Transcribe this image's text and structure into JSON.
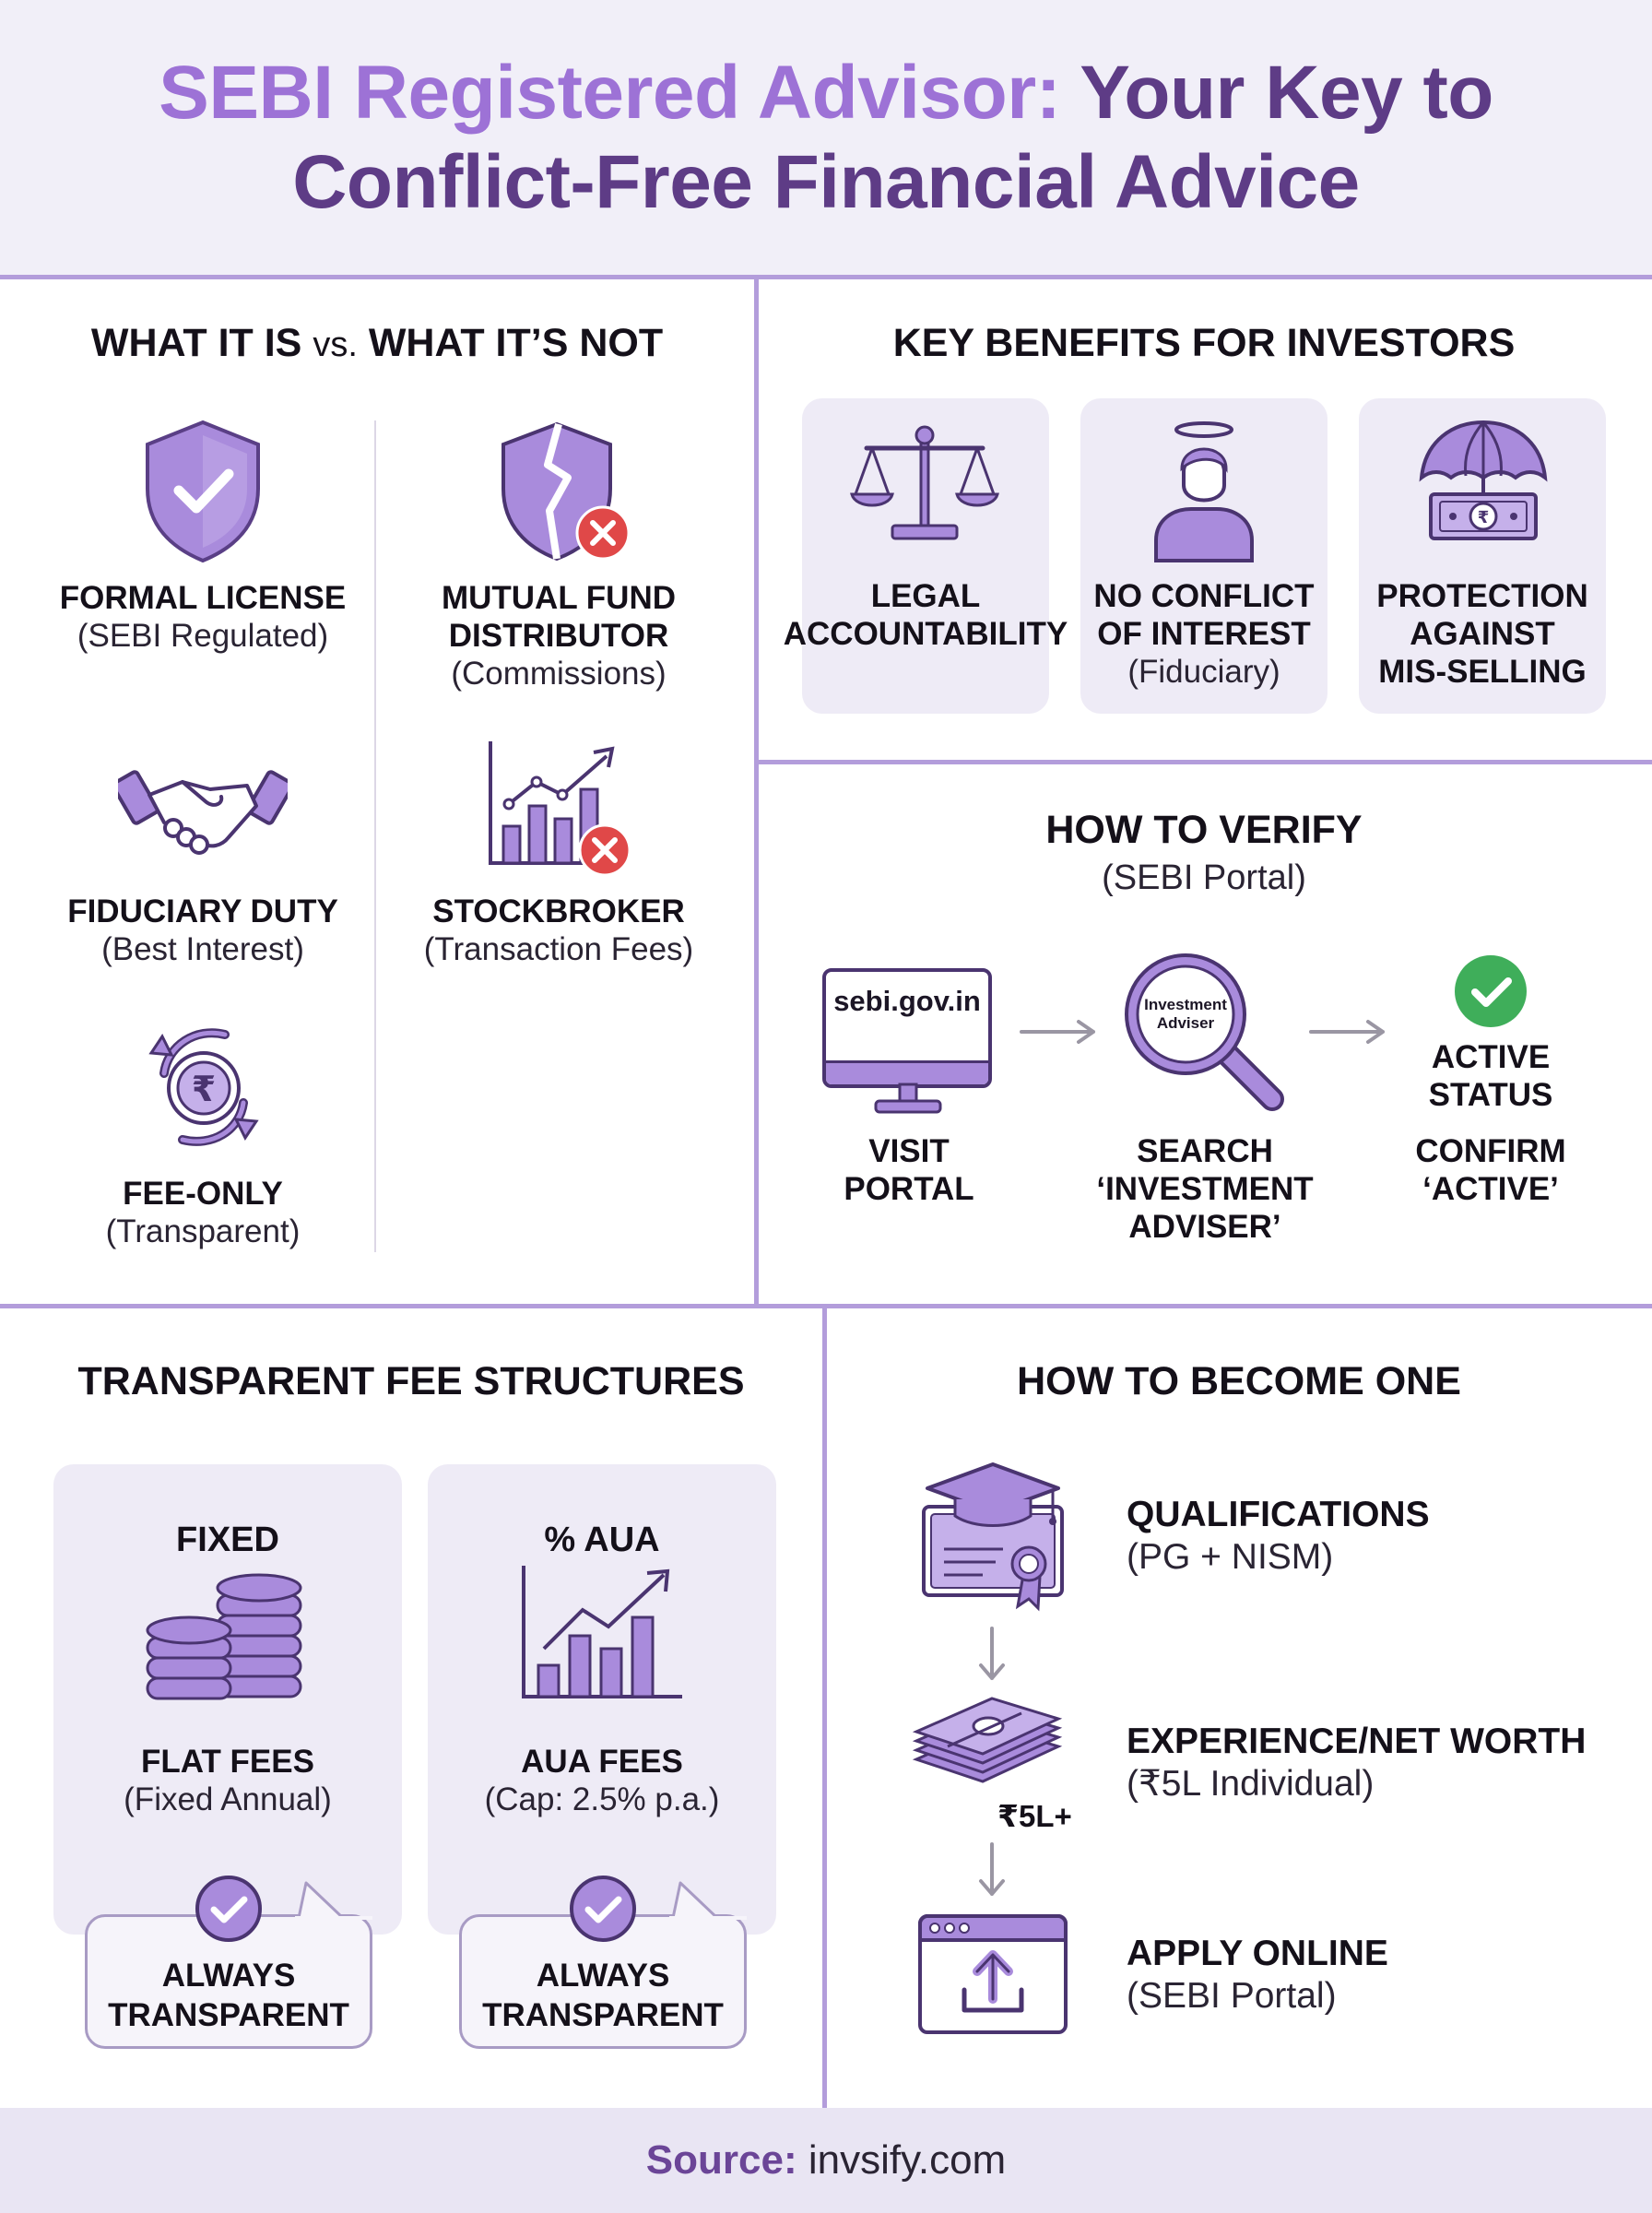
{
  "header": {
    "title_part1": "SEBI Registered Advisor:",
    "title_part2": "Your Key to",
    "title_line2": "Conflict-Free Financial Advice"
  },
  "what_it_is": {
    "heading_a": "WHAT IT IS",
    "heading_vs": "vs.",
    "heading_b": "WHAT IT’S NOT",
    "is_items": [
      {
        "title": "FORMAL LICENSE",
        "sub": "(SEBI Regulated)",
        "icon": "shield-check-icon"
      },
      {
        "title": "FIDUCIARY DUTY",
        "sub": "(Best Interest)",
        "icon": "handshake-icon"
      },
      {
        "title": "FEE-ONLY",
        "sub": "(Transparent)",
        "icon": "rupee-cycle-icon"
      }
    ],
    "not_items": [
      {
        "title_line1": "MUTUAL FUND",
        "title_line2": "DISTRIBUTOR",
        "sub": "(Commissions)",
        "icon": "broken-shield-icon"
      },
      {
        "title": "STOCKBROKER",
        "sub": "(Transaction Fees)",
        "icon": "bar-chart-x-icon"
      }
    ]
  },
  "benefits": {
    "heading": "KEY BENEFITS FOR INVESTORS",
    "items": [
      {
        "line1": "LEGAL",
        "line2": "ACCOUNTABILITY",
        "sub": "",
        "icon": "scales-icon"
      },
      {
        "line1": "NO CONFLICT",
        "line2": "OF INTEREST",
        "sub": "(Fiduciary)",
        "icon": "person-halo-icon"
      },
      {
        "line1": "PROTECTION",
        "line2": "AGAINST",
        "line3": "MIS-SELLING",
        "icon": "umbrella-money-icon"
      }
    ]
  },
  "verify": {
    "heading": "HOW TO VERIFY",
    "subheading": "(SEBI Portal)",
    "monitor_text": "sebi.gov.in",
    "magnifier_line1": "Investment",
    "magnifier_line2": "Adviser",
    "active_line1": "ACTIVE",
    "active_line2": "STATUS",
    "steps": [
      {
        "line1": "VISIT",
        "line2": "PORTAL"
      },
      {
        "line1": "SEARCH",
        "line2": "‘INVESTMENT",
        "line3": "ADVISER’"
      },
      {
        "line1": "CONFIRM",
        "line2": "‘ACTIVE’"
      }
    ]
  },
  "fees": {
    "heading": "TRANSPARENT FEE STRUCTURES",
    "cards": [
      {
        "top": "FIXED",
        "title": "FLAT FEES",
        "sub": "(Fixed Annual)",
        "bubble_line1": "ALWAYS",
        "bubble_line2": "TRANSPARENT",
        "icon": "coin-stacks-icon"
      },
      {
        "top": "% AUA",
        "title": "AUA FEES",
        "sub": "(Cap: 2.5% p.a.)",
        "bubble_line1": "ALWAYS",
        "bubble_line2": "TRANSPARENT",
        "icon": "growth-chart-icon"
      }
    ]
  },
  "become": {
    "heading": "HOW TO BECOME ONE",
    "money_label": "₹5L+",
    "steps": [
      {
        "title": "QUALIFICATIONS",
        "sub": "(PG + NISM)",
        "icon": "certificate-icon"
      },
      {
        "title": "EXPERIENCE/NET WORTH",
        "sub": "(₹5L Individual)",
        "icon": "money-stack-icon"
      },
      {
        "title": "APPLY ONLINE",
        "sub": "(SEBI Portal)",
        "icon": "upload-window-icon"
      }
    ]
  },
  "footer": {
    "source_label": "Source:",
    "source_value": "invsify.com"
  },
  "colors": {
    "lavender": "#9d72d6",
    "purple": "#5e3c86",
    "icon_fill": "#a98bdc",
    "icon_stroke": "#4a3470",
    "divider": "#b39ddb",
    "green": "#3fae5a",
    "red": "#e04848"
  }
}
